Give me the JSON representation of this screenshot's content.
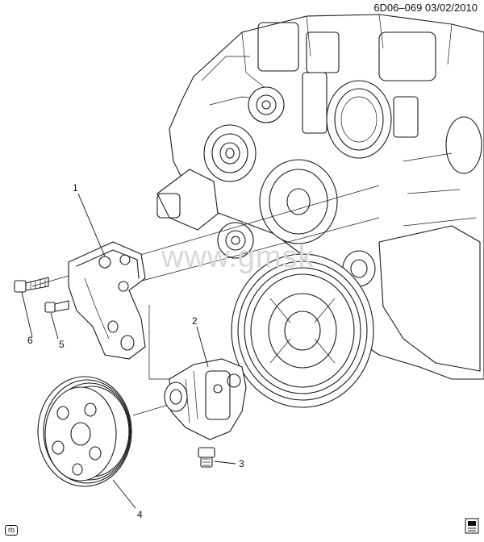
{
  "header": {
    "reference": "6D06–069  03/02/2010"
  },
  "watermark": {
    "text": "www.gmsk"
  },
  "callouts": [
    {
      "id": "1",
      "label": "1"
    },
    {
      "id": "2",
      "label": "2"
    },
    {
      "id": "3",
      "label": "3"
    },
    {
      "id": "4",
      "label": "4"
    },
    {
      "id": "5",
      "label": "5"
    },
    {
      "id": "6",
      "label": "6"
    }
  ],
  "footer": {
    "badge": "rb"
  }
}
